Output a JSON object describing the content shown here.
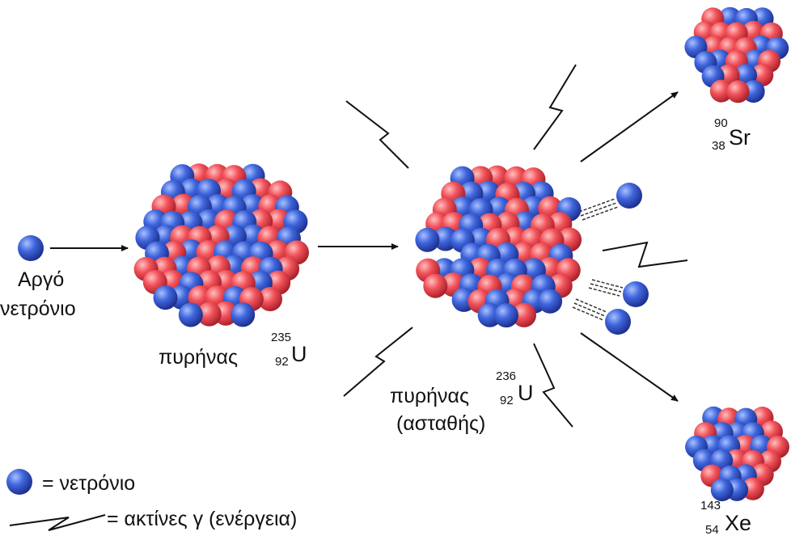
{
  "colors": {
    "neutron": "#3a5fd6",
    "proton": "#f0525a",
    "line": "#111111"
  },
  "icons": {
    "neutron": "blue-sphere",
    "proton": "red-sphere",
    "gamma": "lightning-zigzag",
    "arrow": "arrow-right"
  },
  "slow_neutron": {
    "line1": "Αργό",
    "line2": "νετρόνιο"
  },
  "u235": {
    "label": "πυρήνας",
    "mass": "235",
    "atomic": "92",
    "symbol": "U"
  },
  "u236": {
    "label": "πυρήνας",
    "mass": "236",
    "atomic": "92",
    "symbol": "U",
    "note": "(ασταθής)"
  },
  "sr": {
    "mass": "90",
    "atomic": "38",
    "symbol": "Sr"
  },
  "xe": {
    "mass": "143",
    "atomic": "54",
    "symbol": "Xe"
  },
  "legend": {
    "neutron_text": "= νετρόνιο",
    "gamma_text": "= ακτίνες γ (ενέργεια)"
  }
}
